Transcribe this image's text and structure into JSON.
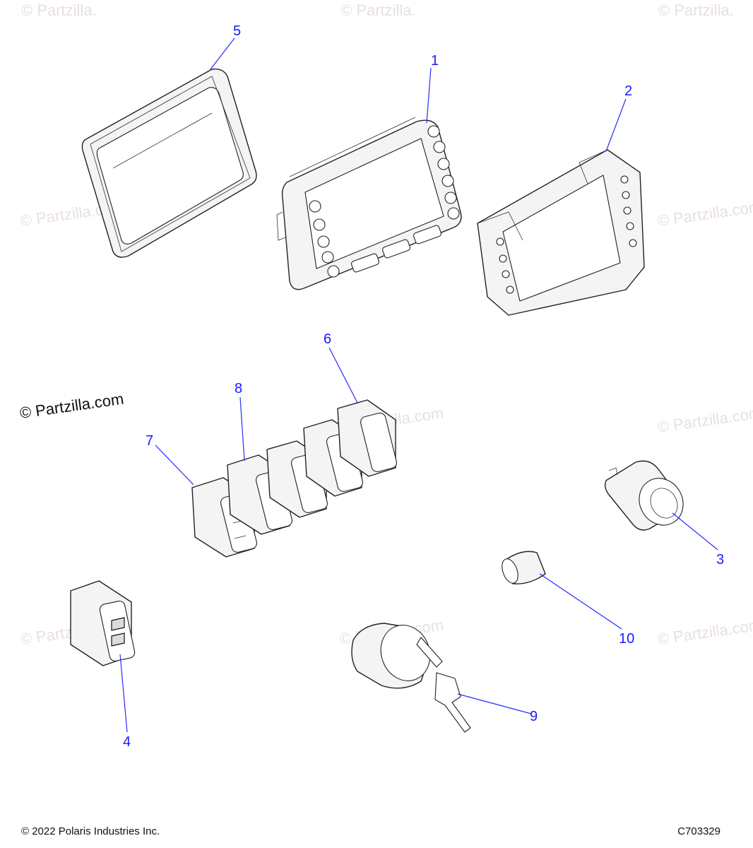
{
  "watermark": {
    "text": "© Partzilla.com",
    "faded_text": "© Partzilla.com",
    "faded_top_left": "© Partzilla.",
    "faded_top_middle": "© Partzilla.",
    "faded_top_right": "© Partzilla."
  },
  "callouts": [
    {
      "id": "1",
      "label": "1"
    },
    {
      "id": "2",
      "label": "2"
    },
    {
      "id": "3",
      "label": "3"
    },
    {
      "id": "4",
      "label": "4"
    },
    {
      "id": "5",
      "label": "5"
    },
    {
      "id": "6",
      "label": "6"
    },
    {
      "id": "7",
      "label": "7"
    },
    {
      "id": "8",
      "label": "8"
    },
    {
      "id": "9",
      "label": "9"
    },
    {
      "id": "10",
      "label": "10"
    }
  ],
  "footer": {
    "copyright": "© 2022 Polaris Industries Inc.",
    "figure_id": "C703329"
  },
  "colors": {
    "callout": "#1a1aff",
    "line": "#222222",
    "watermark": "#e8e0dc"
  }
}
